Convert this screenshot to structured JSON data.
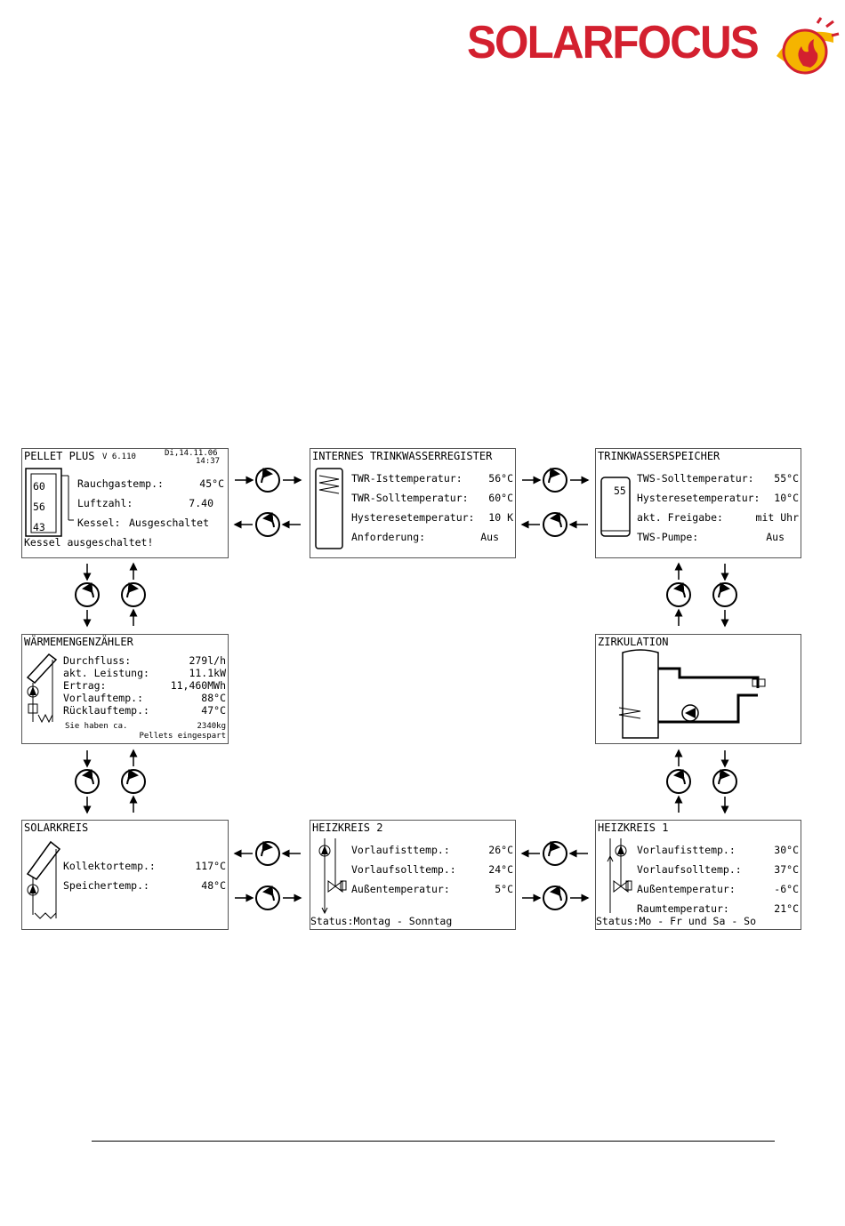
{
  "brand": {
    "name": "SOLARFOCUS",
    "color": "#d3202f"
  },
  "panels": {
    "pellet": {
      "title": "PELLET PLUS",
      "version": "V 6.110",
      "date": "Di,14.11.06",
      "time": "14:37",
      "boiler_values": [
        "60",
        "56",
        "43"
      ],
      "rows": [
        {
          "label": "Rauchgastemp.:",
          "value": "45°C"
        },
        {
          "label": "Luftzahl:",
          "value": "7.40"
        },
        {
          "label": "Kessel:",
          "value": "Ausgeschaltet"
        }
      ],
      "status": "Kessel ausgeschaltet!"
    },
    "twr": {
      "title": "INTERNES TRINKWASSERREGISTER",
      "rows": [
        {
          "label": "TWR-Isttemperatur:",
          "value": "56°C"
        },
        {
          "label": "TWR-Solltemperatur:",
          "value": "60°C"
        },
        {
          "label": "Hysteresetemperatur:",
          "value": "10 K"
        },
        {
          "label": "Anforderung:",
          "value": "Aus"
        }
      ]
    },
    "tws": {
      "title": "TRINKWASSERSPEICHER",
      "tank_value": "55",
      "rows": [
        {
          "label": "TWS-Solltemperatur:",
          "value": "55°C"
        },
        {
          "label": "Hysteresetemperatur:",
          "value": "10°C"
        },
        {
          "label": "akt. Freigabe:",
          "value": "mit Uhr"
        },
        {
          "label": "TWS-Pumpe:",
          "value": "Aus"
        }
      ]
    },
    "wmz": {
      "title": "WÄRMEMENGENZÄHLER",
      "rows": [
        {
          "label": "Durchfluss:",
          "value": "279l/h"
        },
        {
          "label": "akt. Leistung:",
          "value": "11.1kW"
        },
        {
          "label": "Ertrag:",
          "value": "11,460MWh"
        },
        {
          "label": "Vorlauftemp.:",
          "value": "88°C"
        },
        {
          "label": "Rücklauftemp.:",
          "value": "47°C"
        }
      ],
      "note_line1": "Sie haben ca.",
      "note_value": "2340kg",
      "note_line2": "Pellets eingespart"
    },
    "zirk": {
      "title": "ZIRKULATION"
    },
    "solar": {
      "title": "SOLARKREIS",
      "rows": [
        {
          "label": "Kollektortemp.:",
          "value": "117°C"
        },
        {
          "label": "Speichertemp.:",
          "value": "48°C"
        }
      ]
    },
    "hk2": {
      "title": "HEIZKREIS 2",
      "rows": [
        {
          "label": "Vorlaufisttemp.:",
          "value": "26°C"
        },
        {
          "label": "Vorlaufsolltemp.:",
          "value": "24°C"
        },
        {
          "label": "Außentemperatur:",
          "value": "5°C"
        }
      ],
      "status": "Status:Montag - Sonntag"
    },
    "hk1": {
      "title": "HEIZKREIS 1",
      "rows": [
        {
          "label": "Vorlaufisttemp.:",
          "value": "30°C"
        },
        {
          "label": "Vorlaufsolltemp.:",
          "value": "37°C"
        },
        {
          "label": "Außentemperatur:",
          "value": "-6°C"
        },
        {
          "label": "Raumtemperatur:",
          "value": "21°C"
        }
      ],
      "status": "Status:Mo - Fr und Sa - So"
    }
  }
}
